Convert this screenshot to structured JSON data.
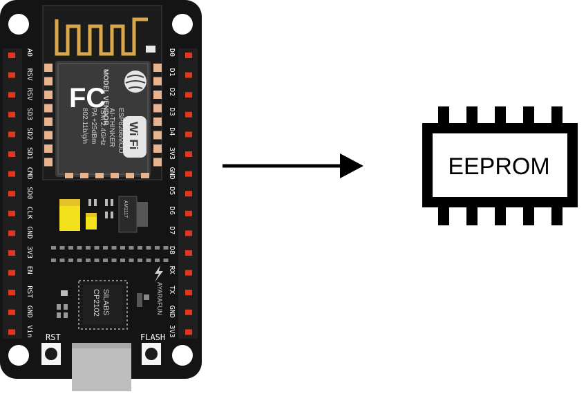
{
  "board": {
    "left_pins": [
      "A0",
      "RSV",
      "RSV",
      "SD3",
      "SD2",
      "SD1",
      "CMD",
      "SD0",
      "CLK",
      "GND",
      "3V3",
      "EN",
      "RST",
      "GND",
      "Vin"
    ],
    "right_pins": [
      "D0",
      "D1",
      "D2",
      "D3",
      "D4",
      "3V3",
      "GND",
      "D5",
      "D6",
      "D7",
      "D8",
      "RX",
      "TX",
      "GND",
      "3V3"
    ],
    "module_label": "MODEL\nVENDOR",
    "module_specs": [
      "ESP8266MOD",
      "AI-THINKER",
      "ISM 2.4GHz",
      "PA +25dBm",
      "802.11b/g/n"
    ],
    "fcc_logo": "FC",
    "wifi_logo": "Wi Fi",
    "regulator_label": "AM1117",
    "usb_chip_label": [
      "SILABS",
      "CP2102"
    ],
    "maker_label": "AYARAFUN",
    "rst_label": "RST",
    "flash_label": "FLASH"
  },
  "eeprom": {
    "label": "EEPROM"
  },
  "colors": {
    "board": "#141414",
    "pin_red": "#e2361f",
    "pad": "#e8b38f",
    "capacitor": "#f2e21b",
    "usb": "#bdbdbd"
  }
}
